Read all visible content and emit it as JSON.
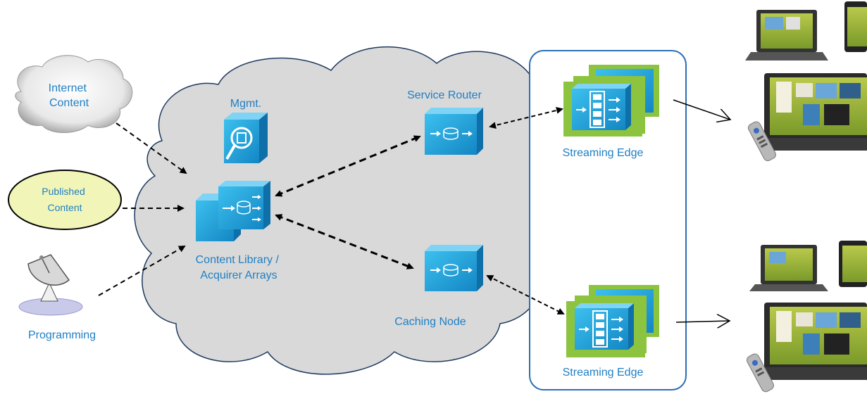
{
  "labels": {
    "internet_content": [
      "Internet",
      "Content"
    ],
    "published_content": [
      "Published",
      "Content"
    ],
    "programming": "Programming",
    "mgmt": "Mgmt.",
    "content_library": [
      "Content Library /",
      "Acquirer Arrays"
    ],
    "service_router": "Service Router",
    "caching_node": "Caching Node",
    "streaming_edge_top": "Streaming Edge",
    "streaming_edge_bottom": "Streaming Edge"
  },
  "colors": {
    "cloud_fill": "#d9d9d9",
    "device_blue": "#1aa3dc",
    "device_green": "#8cc43f",
    "edge_box_border": "#2a6fb5",
    "published_fill": "#f2f5b8",
    "label_blue": "#1f7fc4"
  },
  "icons": {
    "mgmt": "magnifier-icon",
    "content_library": "server-stack-icon",
    "service_router": "router-icon",
    "caching_node": "cache-icon",
    "streaming_edge": "film-stream-icon",
    "programming": "satellite-dish-icon",
    "clients": "laptop-phone-tv-icon"
  }
}
